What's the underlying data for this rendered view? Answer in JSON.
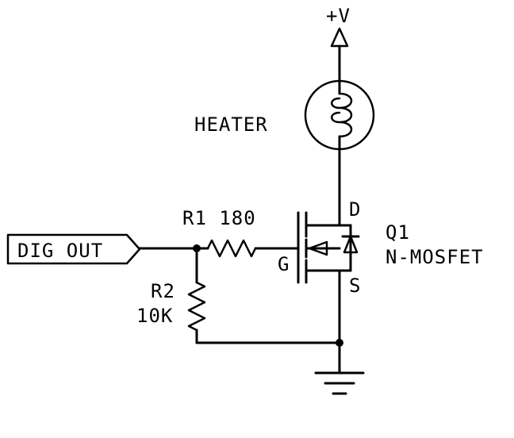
{
  "labels": {
    "supply": "+V",
    "load": "HEATER",
    "drain": "D",
    "gate": "G",
    "source": "S",
    "transistor_ref": "Q1",
    "transistor_type": "N-MOSFET",
    "r1": "R1 180",
    "r2_ref": "R2",
    "r2_value": "10K",
    "input": "DIG OUT"
  }
}
